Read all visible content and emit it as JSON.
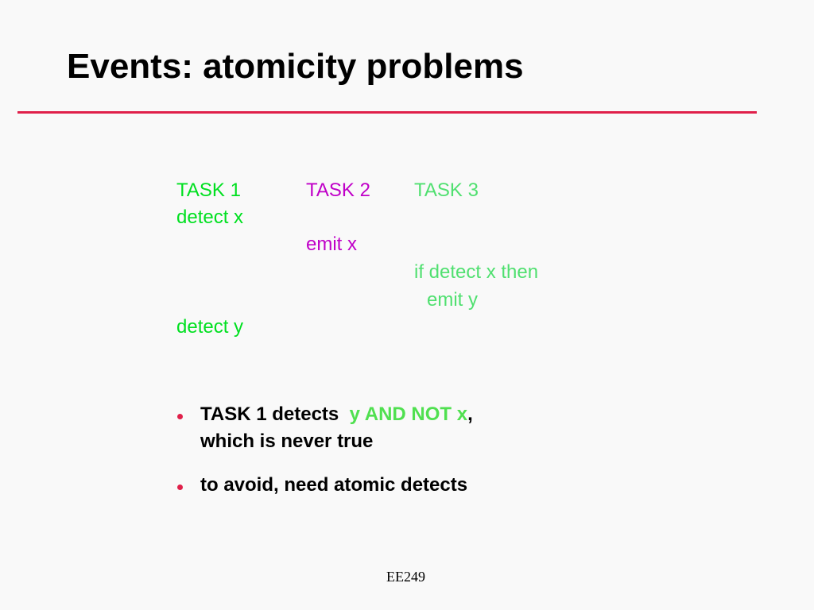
{
  "slide": {
    "title": "Events: atomicity problems",
    "rule_color": "#e0204a"
  },
  "code": {
    "headers": {
      "task1": "TASK 1",
      "task2": "TASK 2",
      "task3": "TASK 3"
    },
    "lines": {
      "t1_detect_x": "detect x",
      "t2_emit_x": "emit x",
      "t3_if_detect": "if detect x then",
      "t3_emit_y": "emit y",
      "t1_detect_y": "detect y"
    },
    "colors": {
      "task1": "#00e020",
      "task2": "#c000c8",
      "task3": "#50e070"
    }
  },
  "bullets": [
    {
      "prefix": "TASK 1 detects",
      "highlight": "y AND NOT x",
      "suffix": ",",
      "line2": "which is never true"
    },
    {
      "text": "to avoid, need atomic detects"
    }
  ],
  "footer": {
    "label": "EE249"
  }
}
